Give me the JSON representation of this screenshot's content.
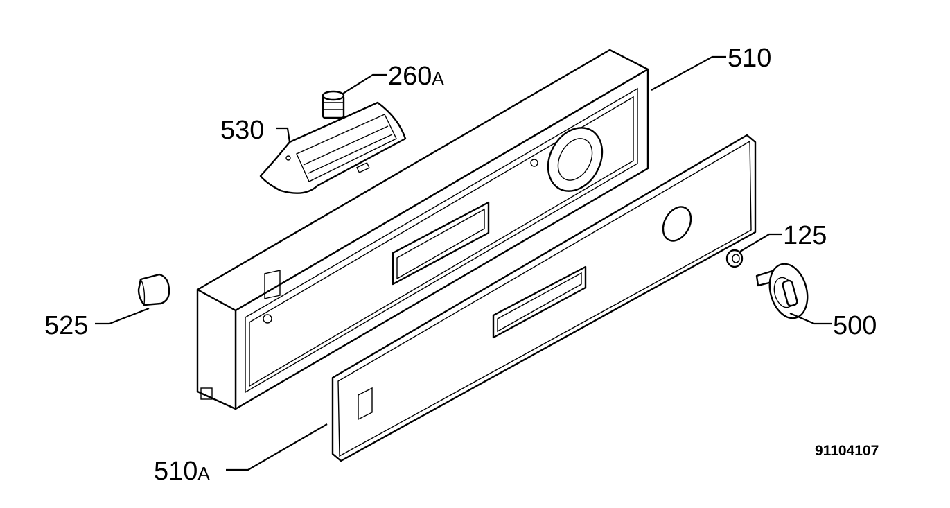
{
  "labels": {
    "p510": {
      "num": "510",
      "suffix": ""
    },
    "p260a": {
      "num": "260",
      "suffix": "A"
    },
    "p530": {
      "num": "530",
      "suffix": ""
    },
    "p125": {
      "num": "125",
      "suffix": ""
    },
    "p525": {
      "num": "525",
      "suffix": ""
    },
    "p500": {
      "num": "500",
      "suffix": ""
    },
    "p510a": {
      "num": "510",
      "suffix": "A"
    }
  },
  "drawing_number": "91104107"
}
